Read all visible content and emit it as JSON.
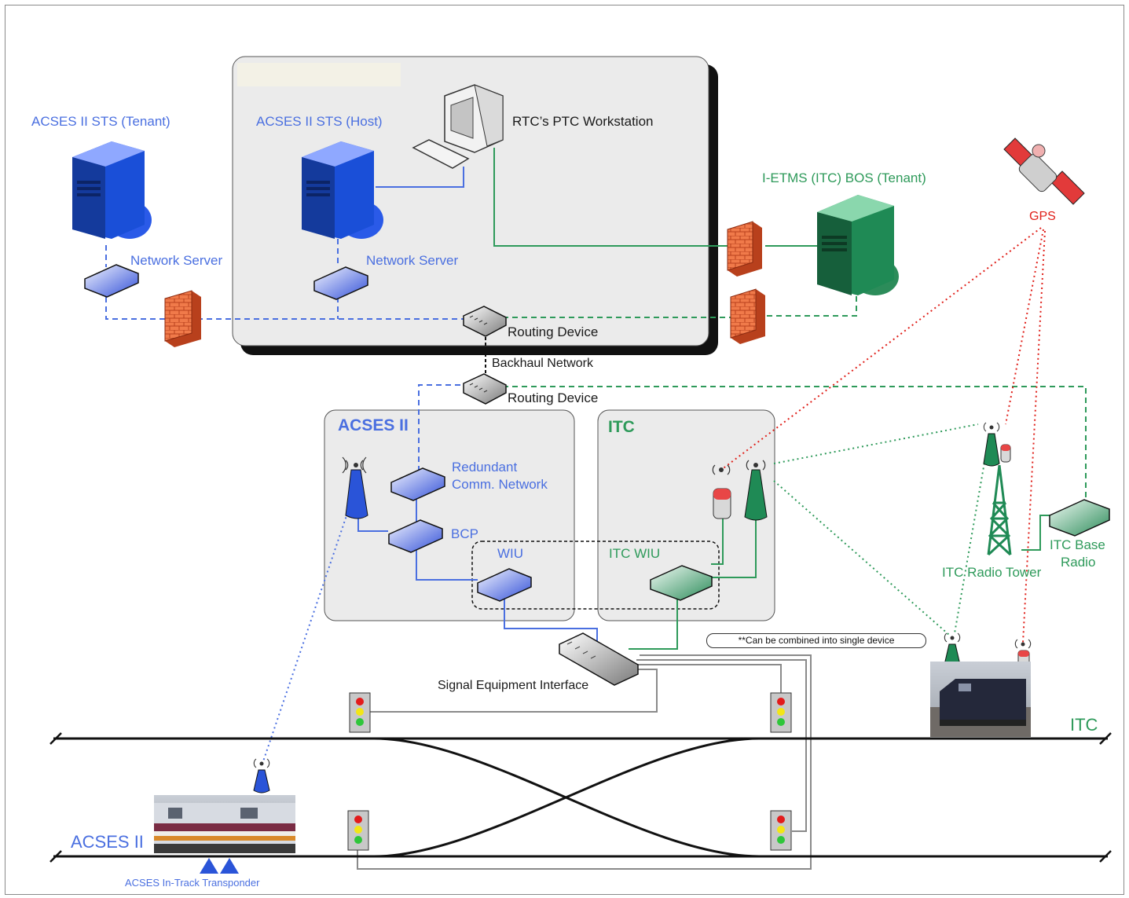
{
  "labels": {
    "acses_tenant": "ACSES II STS (Tenant)",
    "acses_host": "ACSES II STS (Host)",
    "workstation": "RTC’s PTC Workstation",
    "itc_bos": "I-ETMS (ITC) BOS (Tenant)",
    "gps": "GPS",
    "network_server_tenant": "Network Server",
    "network_server_host": "Network Server",
    "routing_device_top": "Routing Device",
    "backhaul": "Backhaul Network",
    "routing_device_mid": "Routing Device",
    "acses_group": "ACSES II",
    "itc_group": "ITC",
    "redundant": "Redundant",
    "comm_network": "Comm. Network",
    "bcp": "BCP",
    "wiu": "WIU",
    "itc_wiu": "ITC WIU",
    "note": "**Can be combined into single device",
    "signal_interface": "Signal Equipment Interface",
    "itc_radio_tower": "ITC Radio Tower",
    "itc_base": "ITC Base",
    "radio": "Radio",
    "itc_track": "ITC",
    "acses_track": "ACSES II",
    "transponder": "ACSES In-Track Transponder"
  },
  "colors": {
    "acses_blue": "#4a6fe0",
    "itc_green": "#2e9a5a",
    "gps_red": "#e0201a",
    "server_blue": "#1a4fd8",
    "server_green": "#1f8a55",
    "firewall": "#e8663a",
    "panel_gray": "#ebebeb"
  },
  "icons": [
    "server-icon",
    "workstation-icon",
    "keyboard-icon",
    "router-icon",
    "firewall-icon",
    "switch-icon",
    "antenna-icon",
    "satellite-icon",
    "radio-tower-icon",
    "signal-light-icon",
    "transponder-icon",
    "train-photo",
    "locomotive-photo"
  ]
}
